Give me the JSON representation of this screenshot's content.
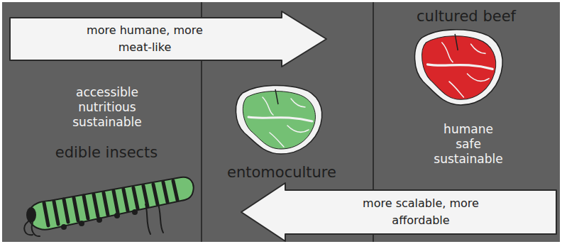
{
  "diagram": {
    "nodes": [
      {
        "text": [
          "more humane, more meat-like"
        ]
      },
      {
        "text": [
          "accessible nutritious sustainable",
          "edible insects"
        ]
      },
      {
        "text": [
          "entomoculture"
        ]
      },
      {
        "text": [
          "cultured beef",
          "humane safe sustainable"
        ]
      },
      {
        "text": [
          "more scalable, more affordable"
        ]
      }
    ]
  }
}
